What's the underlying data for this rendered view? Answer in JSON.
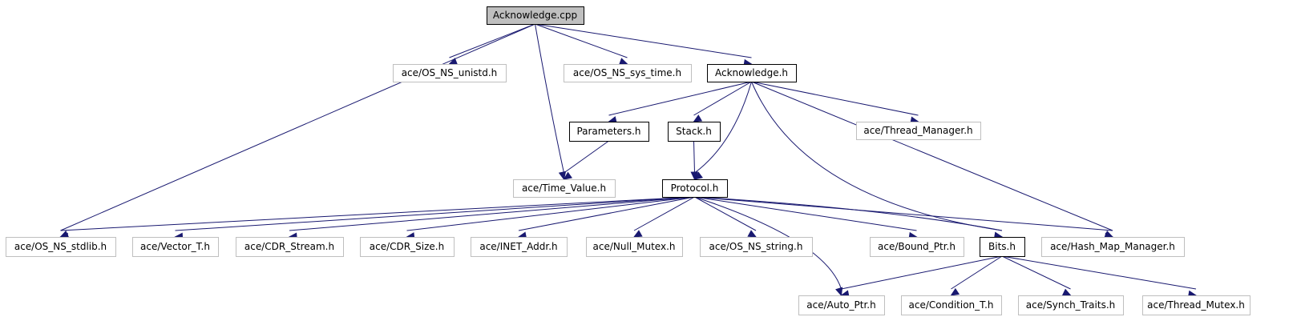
{
  "colors": {
    "edge": "#191970",
    "root_fill": "#bfbfbf",
    "documented_border": "#000000",
    "undocumented_border": "#bfbfbf",
    "node_fill": "#ffffff"
  },
  "nodes": [
    {
      "id": "acknowledge_cpp",
      "label": "Acknowledge.cpp",
      "kind": "root"
    },
    {
      "id": "os_ns_unistd",
      "label": "ace/OS_NS_unistd.h",
      "kind": "external"
    },
    {
      "id": "os_ns_sys_time",
      "label": "ace/OS_NS_sys_time.h",
      "kind": "external"
    },
    {
      "id": "acknowledge_h",
      "label": "Acknowledge.h",
      "kind": "documented"
    },
    {
      "id": "parameters_h",
      "label": "Parameters.h",
      "kind": "documented"
    },
    {
      "id": "stack_h",
      "label": "Stack.h",
      "kind": "documented"
    },
    {
      "id": "thread_manager",
      "label": "ace/Thread_Manager.h",
      "kind": "external"
    },
    {
      "id": "time_value",
      "label": "ace/Time_Value.h",
      "kind": "external"
    },
    {
      "id": "protocol_h",
      "label": "Protocol.h",
      "kind": "documented"
    },
    {
      "id": "os_ns_stdlib",
      "label": "ace/OS_NS_stdlib.h",
      "kind": "external"
    },
    {
      "id": "vector_t",
      "label": "ace/Vector_T.h",
      "kind": "external"
    },
    {
      "id": "cdr_stream",
      "label": "ace/CDR_Stream.h",
      "kind": "external"
    },
    {
      "id": "cdr_size",
      "label": "ace/CDR_Size.h",
      "kind": "external"
    },
    {
      "id": "inet_addr",
      "label": "ace/INET_Addr.h",
      "kind": "external"
    },
    {
      "id": "null_mutex",
      "label": "ace/Null_Mutex.h",
      "kind": "external"
    },
    {
      "id": "os_ns_string",
      "label": "ace/OS_NS_string.h",
      "kind": "external"
    },
    {
      "id": "bound_ptr",
      "label": "ace/Bound_Ptr.h",
      "kind": "external"
    },
    {
      "id": "bits_h",
      "label": "Bits.h",
      "kind": "documented"
    },
    {
      "id": "hash_map_manager",
      "label": "ace/Hash_Map_Manager.h",
      "kind": "external"
    },
    {
      "id": "auto_ptr",
      "label": "ace/Auto_Ptr.h",
      "kind": "external"
    },
    {
      "id": "condition_t",
      "label": "ace/Condition_T.h",
      "kind": "external"
    },
    {
      "id": "synch_traits",
      "label": "ace/Synch_Traits.h",
      "kind": "external"
    },
    {
      "id": "thread_mutex",
      "label": "ace/Thread_Mutex.h",
      "kind": "external"
    }
  ],
  "edges": [
    {
      "from": "acknowledge_cpp",
      "to": "os_ns_unistd"
    },
    {
      "from": "acknowledge_cpp",
      "to": "os_ns_sys_time"
    },
    {
      "from": "acknowledge_cpp",
      "to": "acknowledge_h"
    },
    {
      "from": "acknowledge_cpp",
      "to": "time_value"
    },
    {
      "from": "acknowledge_cpp",
      "to": "os_ns_stdlib"
    },
    {
      "from": "acknowledge_h",
      "to": "parameters_h"
    },
    {
      "from": "acknowledge_h",
      "to": "stack_h"
    },
    {
      "from": "acknowledge_h",
      "to": "protocol_h"
    },
    {
      "from": "acknowledge_h",
      "to": "thread_manager"
    },
    {
      "from": "acknowledge_h",
      "to": "hash_map_manager"
    },
    {
      "from": "acknowledge_h",
      "to": "bits_h"
    },
    {
      "from": "parameters_h",
      "to": "time_value"
    },
    {
      "from": "stack_h",
      "to": "protocol_h"
    },
    {
      "from": "protocol_h",
      "to": "os_ns_stdlib"
    },
    {
      "from": "protocol_h",
      "to": "vector_t"
    },
    {
      "from": "protocol_h",
      "to": "cdr_stream"
    },
    {
      "from": "protocol_h",
      "to": "cdr_size"
    },
    {
      "from": "protocol_h",
      "to": "inet_addr"
    },
    {
      "from": "protocol_h",
      "to": "null_mutex"
    },
    {
      "from": "protocol_h",
      "to": "os_ns_string"
    },
    {
      "from": "protocol_h",
      "to": "bound_ptr"
    },
    {
      "from": "protocol_h",
      "to": "bits_h"
    },
    {
      "from": "protocol_h",
      "to": "hash_map_manager"
    },
    {
      "from": "protocol_h",
      "to": "auto_ptr"
    },
    {
      "from": "bits_h",
      "to": "auto_ptr"
    },
    {
      "from": "bits_h",
      "to": "condition_t"
    },
    {
      "from": "bits_h",
      "to": "synch_traits"
    },
    {
      "from": "bits_h",
      "to": "thread_mutex"
    }
  ]
}
